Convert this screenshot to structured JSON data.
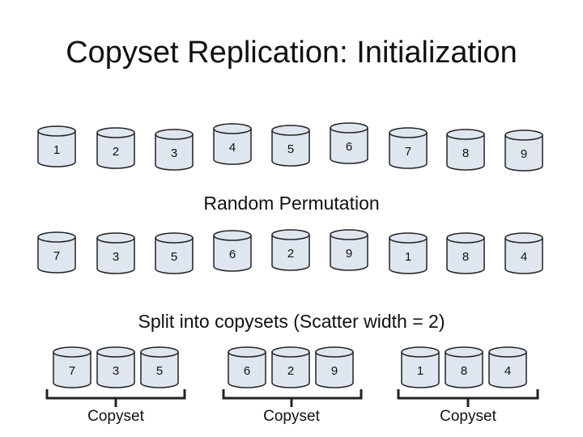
{
  "title": "Copyset Replication: Initialization",
  "initial_nodes": [
    "1",
    "2",
    "3",
    "4",
    "5",
    "6",
    "7",
    "8",
    "9"
  ],
  "permutation_caption": "Random Permutation",
  "permuted_nodes": [
    "7",
    "3",
    "5",
    "6",
    "2",
    "9",
    "1",
    "8",
    "4"
  ],
  "split_caption": "Split into copysets (Scatter width = 2)",
  "copysets": [
    {
      "nodes": [
        "7",
        "3",
        "5"
      ],
      "label": "Copyset"
    },
    {
      "nodes": [
        "6",
        "2",
        "9"
      ],
      "label": "Copyset"
    },
    {
      "nodes": [
        "1",
        "8",
        "4"
      ],
      "label": "Copyset"
    }
  ],
  "colors": {
    "drive_fill": "#dfe6f0",
    "drive_stroke": "#222222",
    "text": "#111111"
  },
  "icon": "disk-cylinder-icon"
}
